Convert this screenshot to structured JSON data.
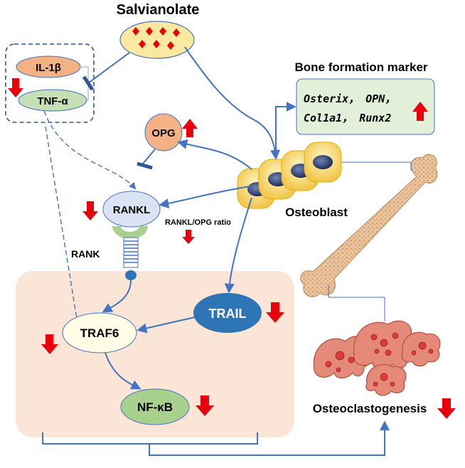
{
  "compound": {
    "label": "Salvianolate"
  },
  "cytokines": {
    "il1b": "IL-1β",
    "tnfa": "TNF-α"
  },
  "opg": {
    "label": "OPG"
  },
  "rankl": {
    "label": "RANKL",
    "ratio_label": "RANKL/OPG ratio"
  },
  "rank": {
    "label": "RANK"
  },
  "marker": {
    "title": "Bone formation marker",
    "line1": "Osterix， OPN，",
    "line2": "Col1a1， Runx2"
  },
  "osteoblast": {
    "label": "Osteoblast"
  },
  "trail": {
    "label": "TRAIL"
  },
  "traf6": {
    "label": "TRAF6"
  },
  "nfkb": {
    "label": "NF-κB"
  },
  "osteoclast": {
    "label": "Osteoclastogenesis"
  },
  "colors": {
    "arrow_blue": "#4472c4",
    "up_down_red": "#e8000b",
    "salvianolate_fill": "#fbe9a2",
    "il1b_fill": "#f4b183",
    "tnfa_fill": "#c5e0b4",
    "opg_fill": "#f4b183",
    "rankl_fill": "#dae3f3",
    "marker_box": "#e2f0d9",
    "trail_fill": "#2e75b6",
    "traf6_fill": "#fffde6",
    "nfkb_fill": "#a9d18e",
    "region_fill": "#fbe5d6",
    "bone_fill": "#e9c29a",
    "osteoclast_fill": "#e58a7a"
  }
}
